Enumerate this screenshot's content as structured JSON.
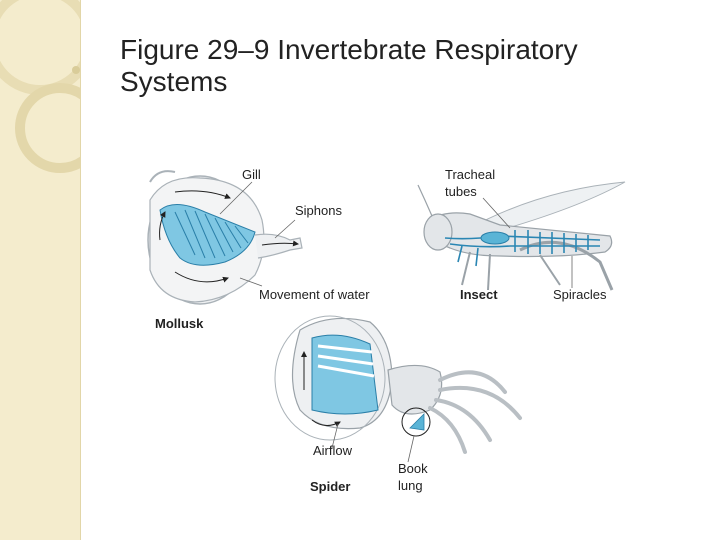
{
  "slide": {
    "title_line1": "Figure 29–9 Invertebrate Respiratory",
    "title_line2": "Systems"
  },
  "figure": {
    "labels": {
      "gill": "Gill",
      "tracheal_line1": "Tracheal",
      "tracheal_line2": "tubes",
      "siphons": "Siphons",
      "movement_of_water": "Movement of water",
      "insect": "Insect",
      "spiracles": "Spiracles",
      "mollusk": "Mollusk",
      "airflow": "Airflow",
      "spider": "Spider",
      "book_line1": "Book",
      "book_line2": "lung"
    }
  },
  "colors": {
    "sidebar": "#f4eccd",
    "organ_blue": "#5ab4d6",
    "organ_dark": "#2a7fa8",
    "body_gray": "#e6e8ea",
    "outline": "#9aa2a8"
  }
}
